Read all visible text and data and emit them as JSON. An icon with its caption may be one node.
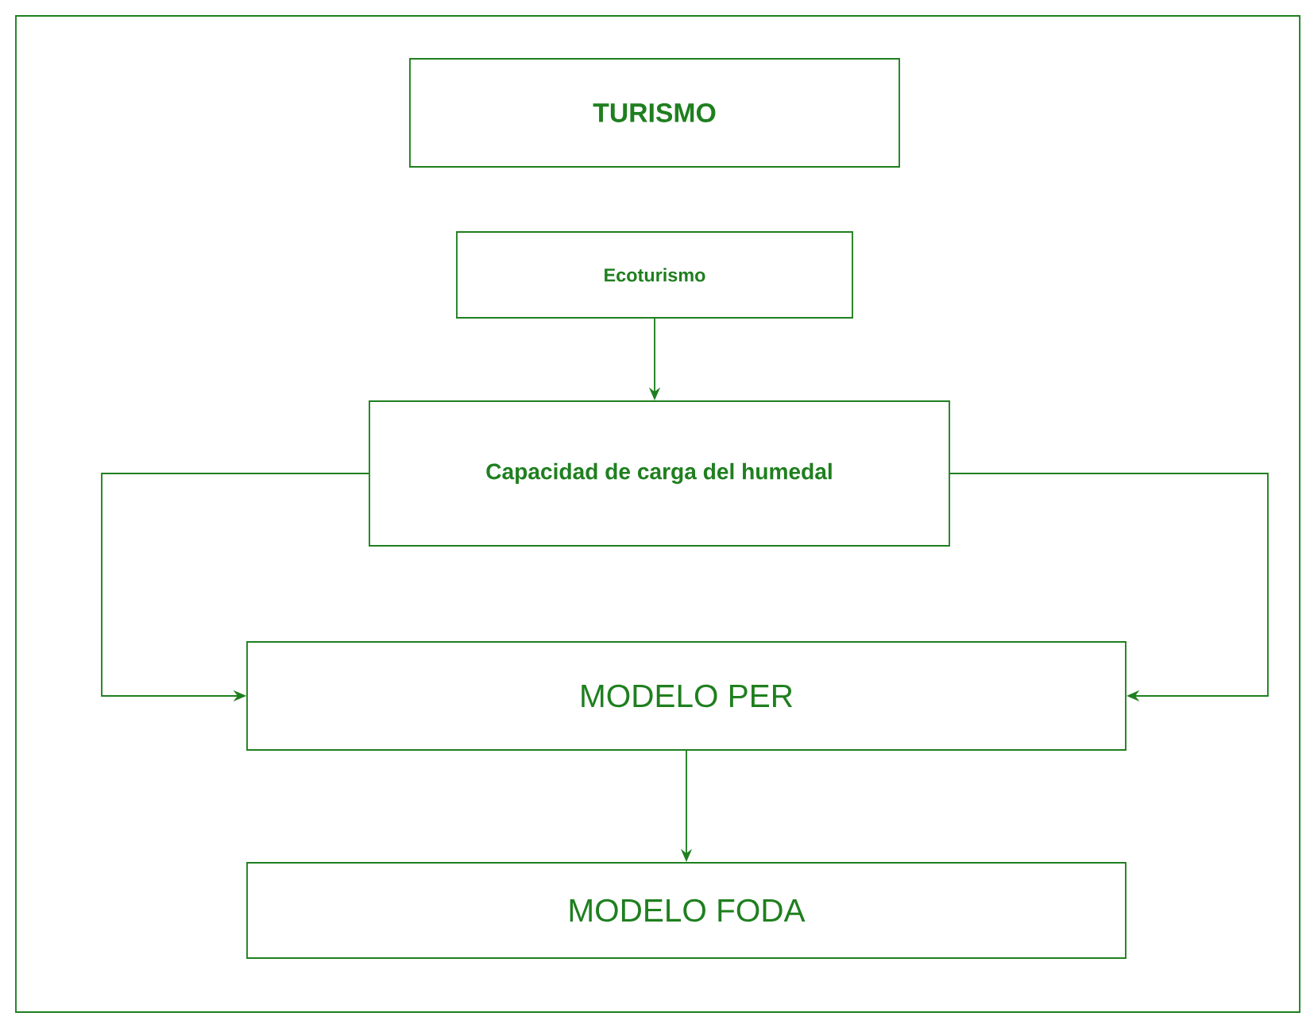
{
  "diagram": {
    "nodes": [
      {
        "text": [
          "TURISMO"
        ]
      },
      {
        "text": [
          "Ecoturismo"
        ]
      },
      {
        "text": [
          "Capacidad de carga del humedal"
        ]
      },
      {
        "text": [
          "MODELO PER"
        ]
      },
      {
        "text": [
          "MODELO FODA"
        ]
      }
    ],
    "edges": [
      {
        "from": 1,
        "to": 2,
        "arrow": "to"
      },
      {
        "from": 2,
        "to": 3,
        "arrow": "to"
      },
      {
        "from": 2,
        "to": 3,
        "arrow": "to"
      },
      {
        "from": 3,
        "to": 4,
        "arrow": "to"
      }
    ]
  }
}
